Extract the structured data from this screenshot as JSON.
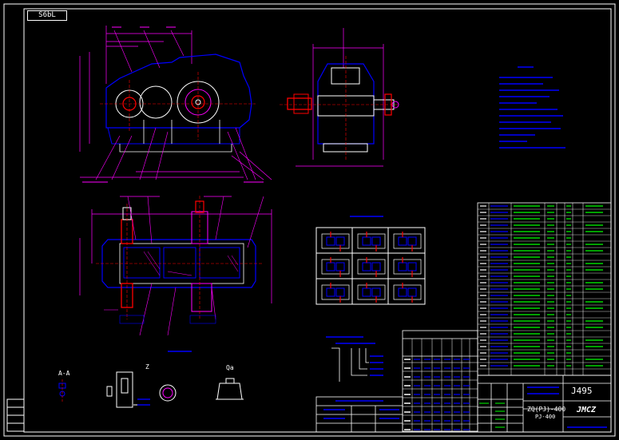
{
  "stamp_text": "S6bL",
  "drawing_number": "J495",
  "model_label": "ZQ(PJ)-400",
  "model_sub": "PJ-400",
  "company_logo_text": "JMCZ",
  "section_labels": {
    "aa": "A-A",
    "z": "Z",
    "qa": "Qa"
  },
  "colors": {
    "background": "#000000",
    "frame": "#ffffff",
    "primary_line": "#0000ff",
    "secondary_line": "#ff00ff",
    "accent": "#ff0000",
    "table_line": "#00ff00",
    "text": "#ffffff"
  }
}
